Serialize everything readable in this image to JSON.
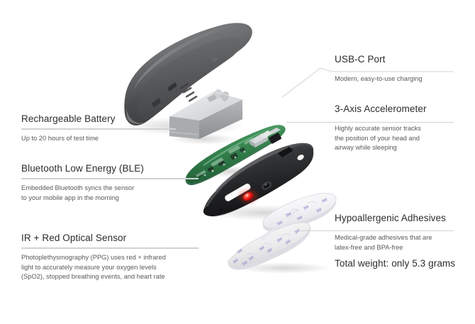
{
  "page": {
    "background_color": "#ffffff",
    "heading_color": "#2c2c2c",
    "body_color": "#595959",
    "rule_color": "#d2d2d2"
  },
  "callouts": [
    {
      "id": "rechargeable-battery",
      "side": "left",
      "title": "Rechargeable Battery",
      "desc_lines": [
        "Up to 20 hours of test time"
      ]
    },
    {
      "id": "bluetooth-low-energy",
      "side": "left",
      "title": "Bluetooth Low Energy (BLE)",
      "desc_lines": [
        "Embedded Bluetooth syncs the sensor",
        "to your mobile app in the morning"
      ]
    },
    {
      "id": "ir-red-optical-sensor",
      "side": "left",
      "title": "IR + Red Optical Sensor",
      "desc_lines": [
        "Photoplethysmography (PPG) uses red + infrared",
        "light to accurately measure your oxygen levels",
        "(SpO2), stopped breathing events, and heart rate"
      ]
    },
    {
      "id": "usb-c-port",
      "side": "right",
      "title": "USB-C Port",
      "desc_lines": [
        "Modern, easy-to-use charging"
      ]
    },
    {
      "id": "three-axis-accelerometer",
      "side": "right",
      "title": "3-Axis Accelerometer",
      "desc_lines": [
        "Highly accurate sensor tracks",
        "the position of your head and",
        "airway while sleeping"
      ]
    },
    {
      "id": "hypoallergenic-adhesives",
      "side": "right",
      "title": "Hypoallergenic Adhesives",
      "desc_lines": [
        "Medical-grade adhesives that are",
        "latex-free and BPA-free"
      ]
    }
  ],
  "total_weight": "Total weight: only 5.3 grams",
  "product": {
    "name": "exploded-sleep-sensor-diagram",
    "parts": [
      {
        "id": "top-housing",
        "label": "top-housing-shell",
        "color": "#58585a"
      },
      {
        "id": "battery-module",
        "label": "battery-module",
        "color": "#b9bcbe"
      },
      {
        "id": "pcb",
        "label": "circuit-board",
        "color": "#2f7d46"
      },
      {
        "id": "bottom-housing",
        "label": "bottom-housing-shell",
        "color": "#1c1c1e"
      },
      {
        "id": "led",
        "label": "red-optical-led",
        "color": "#ee1111"
      },
      {
        "id": "adhesive-pad",
        "label": "hypoallergenic-adhesive",
        "color": "#f4f4f6"
      },
      {
        "id": "adhesive-print",
        "label": "adhesive-print-mark",
        "color": "#8d7ec7"
      }
    ]
  }
}
